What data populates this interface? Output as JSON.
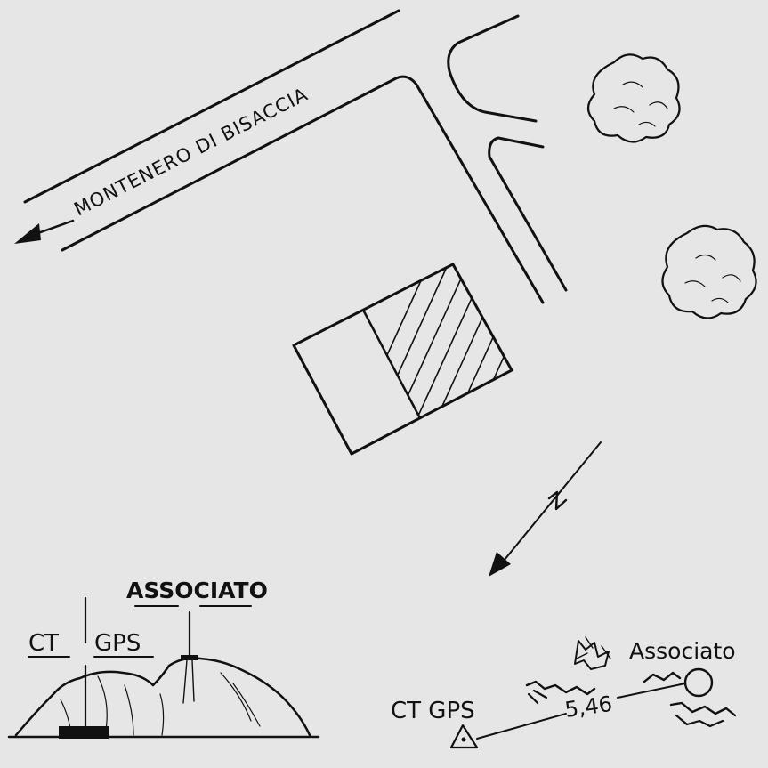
{
  "map": {
    "road_label": "MONTENERO DI BISACCIA",
    "north_label": "N",
    "panorama": {
      "ct_label": "CT",
      "gps_label": "GPS",
      "associato_label": "ASSOCIATO"
    },
    "detail": {
      "ct_gps_label": "CT GPS",
      "associato_label": "Associato",
      "distance_label": "5,46"
    },
    "colors": {
      "background": "#e6e6e6",
      "ink": "#111111"
    }
  }
}
